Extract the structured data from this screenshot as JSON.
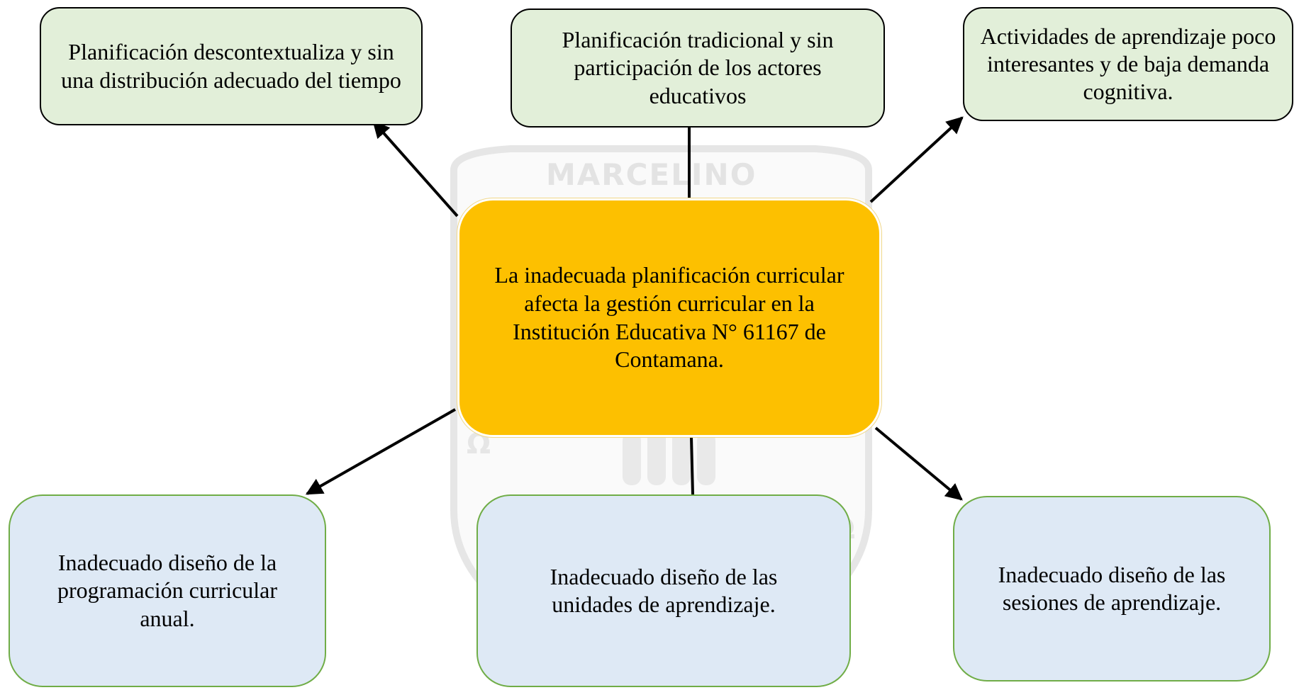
{
  "watermark": {
    "text": "MARCELINO",
    "color": "#e3e3e3"
  },
  "center": {
    "text": "La inadecuada planificación curricular afecta la gestión curricular en la Institución Educativa N° 61167 de Contamana.",
    "color": "#fdc000"
  },
  "effects": [
    {
      "text": "Planificación descontextualiza y sin una distribución adecuado del tiempo"
    },
    {
      "text": "Planificación tradicional y sin participación de los actores educativos"
    },
    {
      "text": "Actividades de aprendizaje poco interesantes y de baja demanda cognitiva."
    }
  ],
  "causes": [
    {
      "text": "Inadecuado diseño de la programación curricular anual."
    },
    {
      "text": "Inadecuado diseño de las unidades de aprendizaje."
    },
    {
      "text": "Inadecuado diseño de las sesiones de aprendizaje."
    }
  ],
  "colors": {
    "effect_fill": "#e2efd9",
    "cause_fill": "#dee9f5",
    "cause_border": "#70ad47",
    "lines": "#000000"
  }
}
